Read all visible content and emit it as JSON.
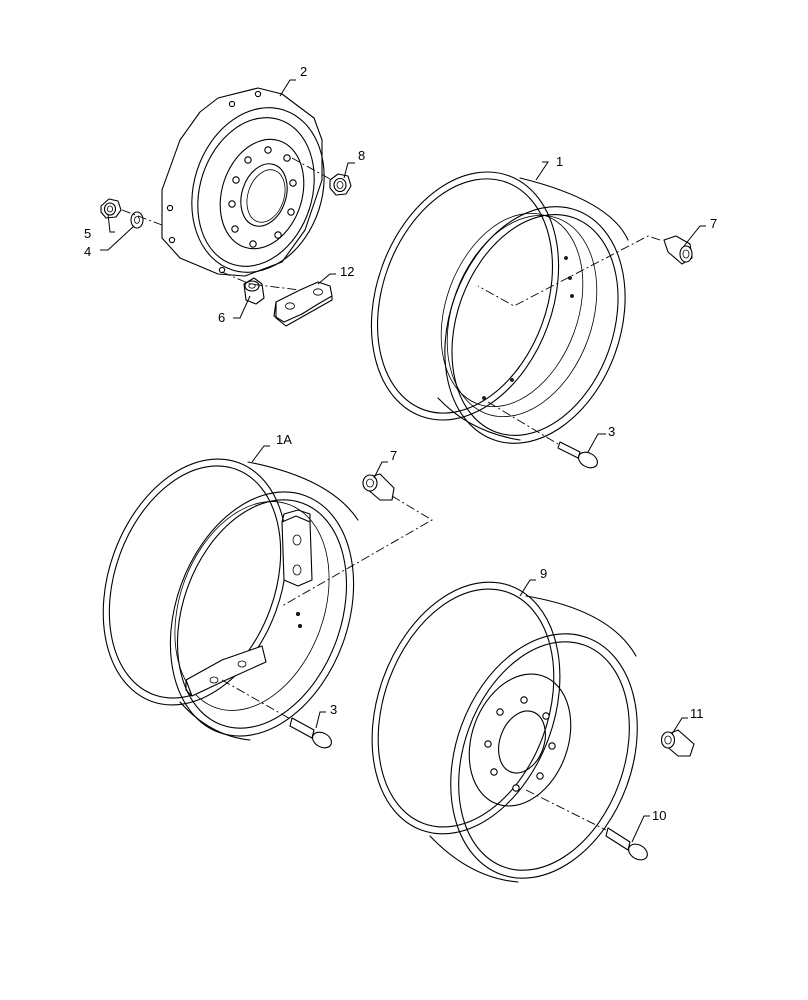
{
  "callouts": {
    "c1": "1",
    "c1a": "1A",
    "c2": "2",
    "c3a": "3",
    "c3b": "3",
    "c4": "4",
    "c5": "5",
    "c6": "6",
    "c7a": "7",
    "c7b": "7",
    "c8": "8",
    "c9": "9",
    "c10": "10",
    "c11": "11",
    "c12": "12"
  }
}
